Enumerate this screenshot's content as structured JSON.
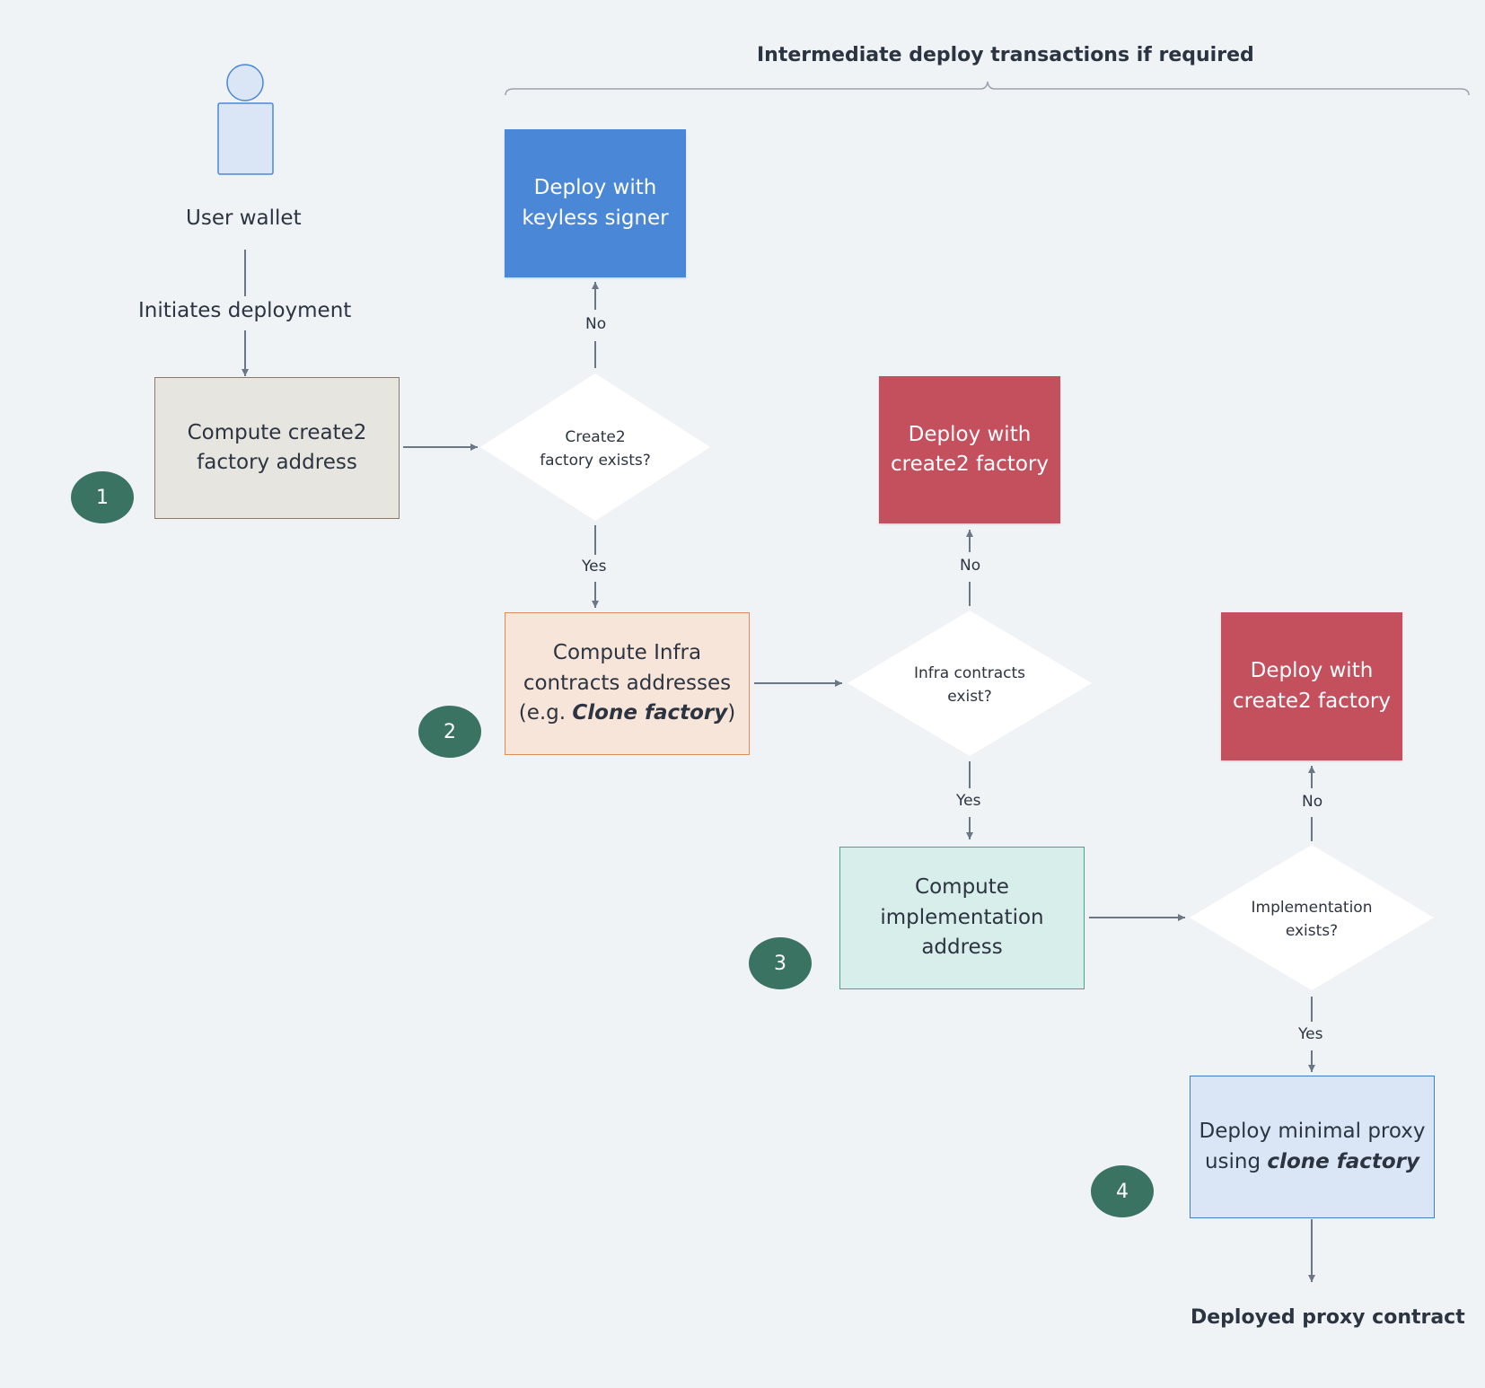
{
  "header": {
    "title": "Intermediate deploy transactions if required"
  },
  "user": {
    "label": "User wallet",
    "edge_label": "Initiates deployment"
  },
  "steps": {
    "compute_factory": {
      "line1": "Compute create2",
      "line2": "factory address",
      "badge": "1"
    },
    "factory_decision": {
      "line1": "Create2",
      "line2": "factory exists?",
      "no_label": "No",
      "yes_label": "Yes"
    },
    "deploy_keyless": {
      "line1": "Deploy with",
      "line2": "keyless signer"
    },
    "compute_infra": {
      "line1": "Compute Infra",
      "line2": "contracts addresses",
      "line3_prefix": "(e.g. ",
      "line3_em": "Clone factory",
      "line3_suffix": ")",
      "badge": "2"
    },
    "infra_decision": {
      "line1": "Infra contracts",
      "line2": "exist?",
      "no_label": "No",
      "yes_label": "Yes"
    },
    "deploy_infra": {
      "line1": "Deploy with",
      "line2": "create2 factory"
    },
    "compute_impl": {
      "line1": "Compute",
      "line2": "implementation",
      "line3": "address",
      "badge": "3"
    },
    "impl_decision": {
      "line1": "Implementation",
      "line2": "exists?",
      "no_label": "No",
      "yes_label": "Yes"
    },
    "deploy_impl": {
      "line1": "Deploy with",
      "line2": "create2 factory"
    },
    "deploy_proxy": {
      "line1": "Deploy minimal proxy",
      "line2_prefix": "using ",
      "line2_em": "clone factory",
      "badge": "4"
    }
  },
  "footer": {
    "result": "Deployed proxy contract"
  },
  "colors": {
    "blue": "#4a87d6",
    "red": "#c44f5d",
    "grey": "#e7e5e0",
    "peach": "#f8e5da",
    "mint": "#d8eeea",
    "light_blue": "#dae6f5",
    "badge": "#3a7361",
    "connector": "#6b7785"
  }
}
